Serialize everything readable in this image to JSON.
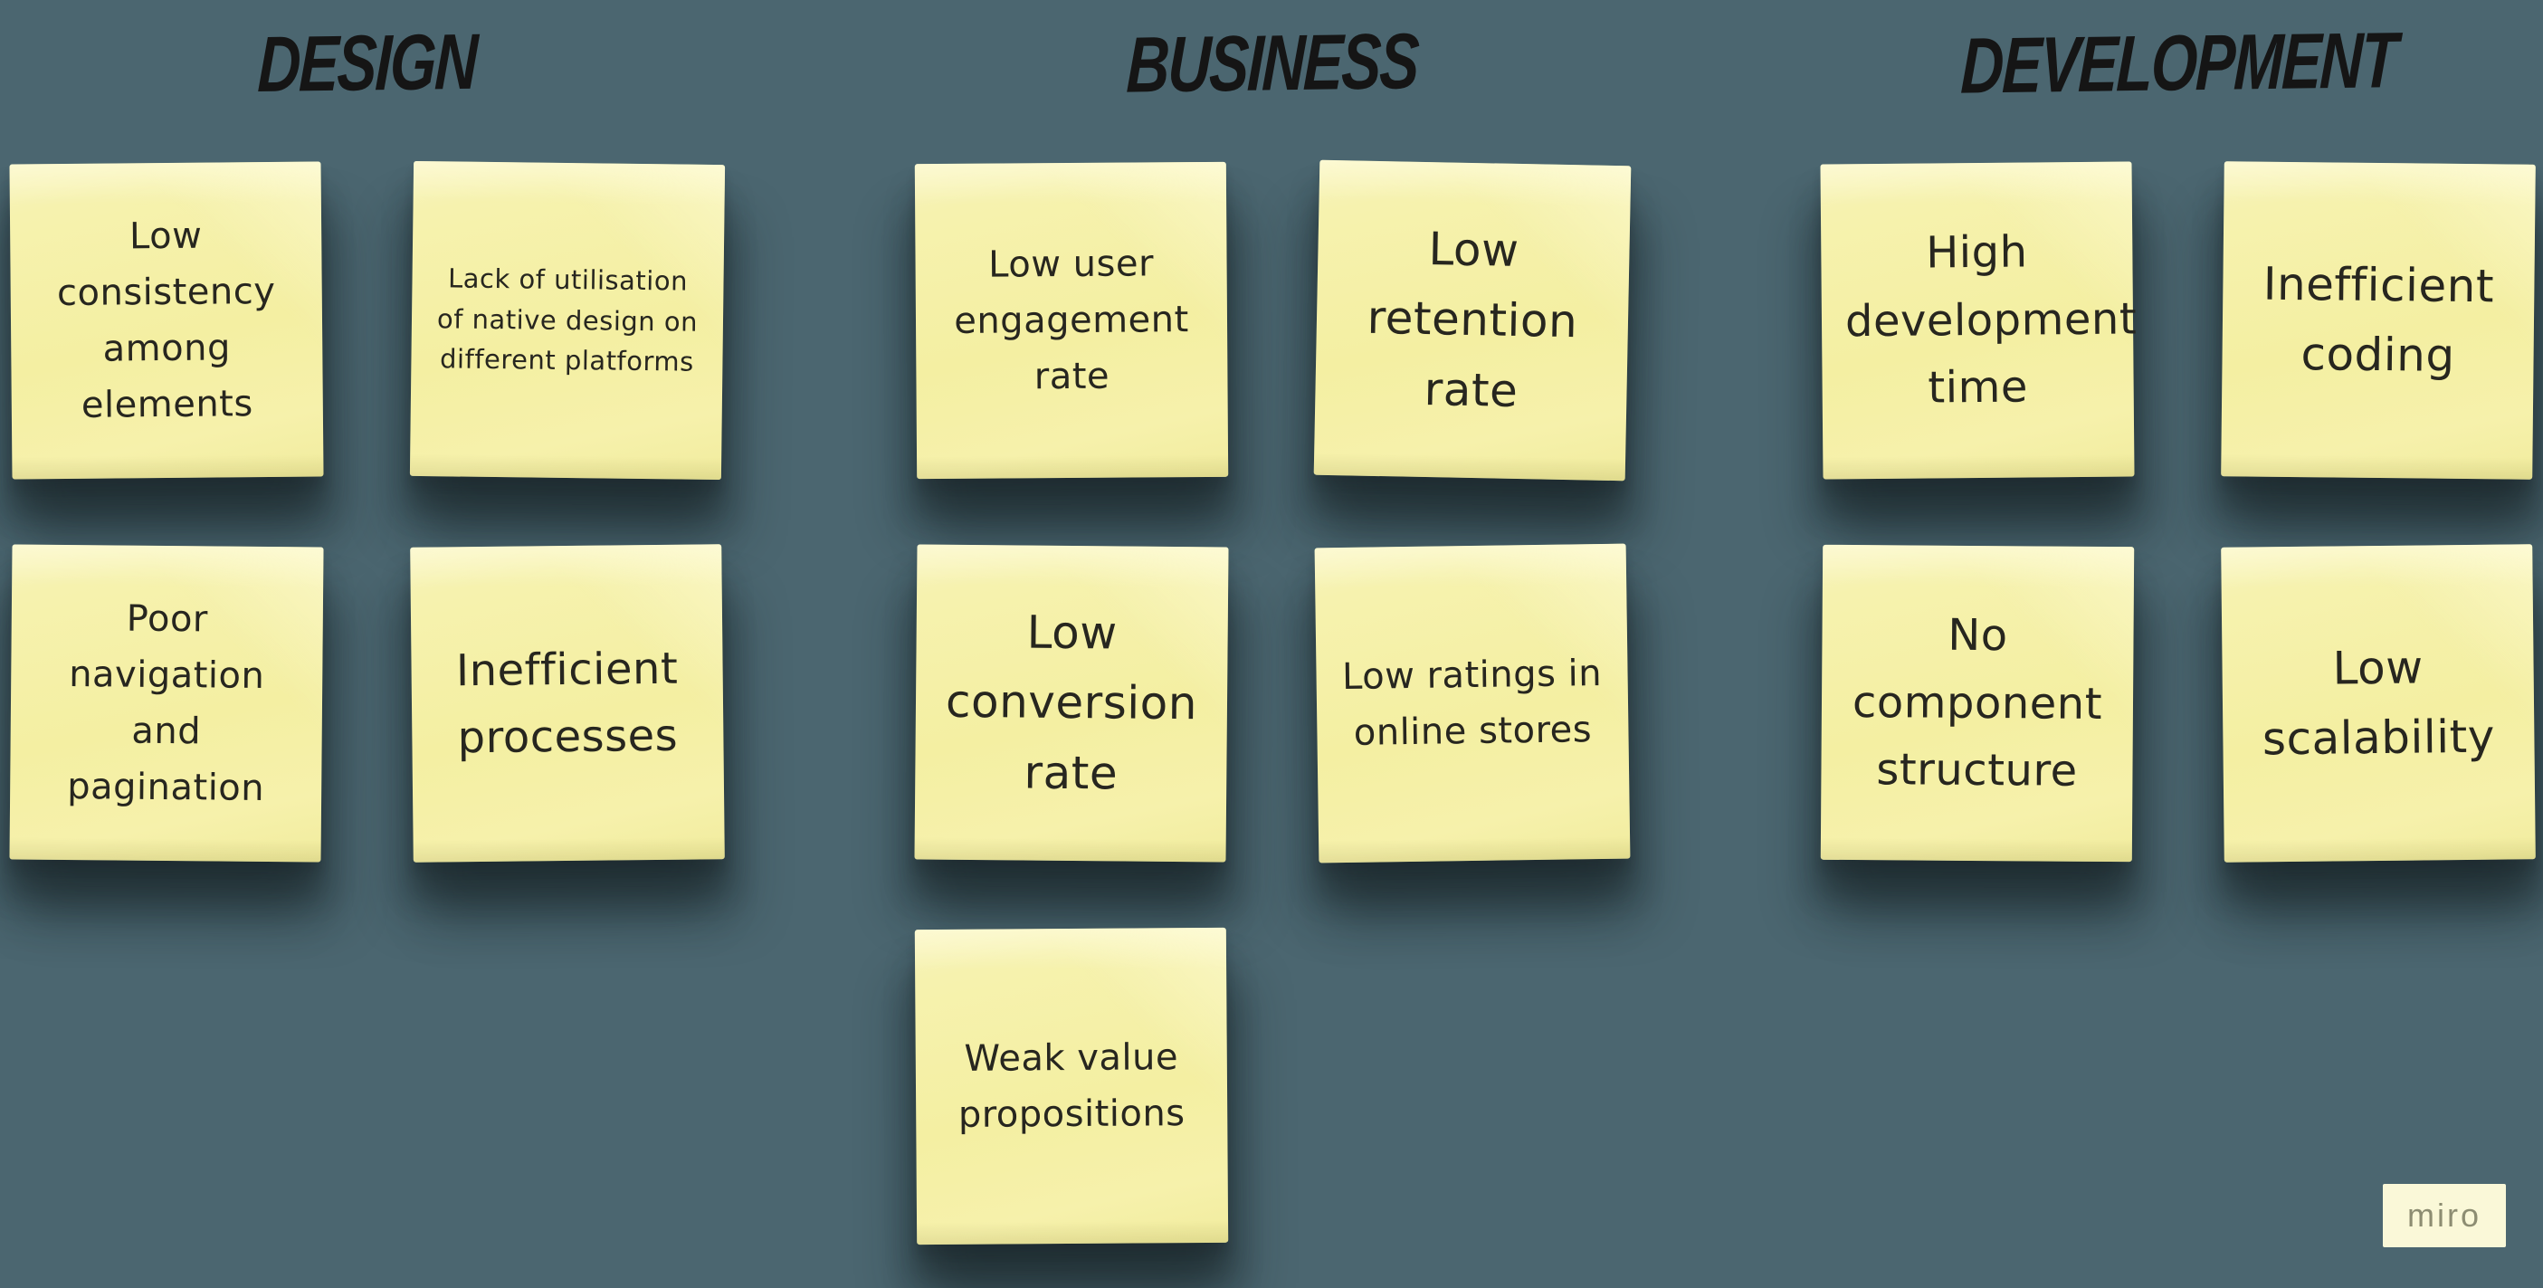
{
  "board": {
    "colors": {
      "background": "#4B6670",
      "note": "#F5F0A7",
      "note_text": "#27261F",
      "header_text": "#151515",
      "watermark_bg": "#FAF8D8",
      "watermark_text": "#8D8D72"
    },
    "columns": [
      {
        "title": "DESIGN",
        "notes": [
          "Low consistency among elements",
          "Lack of utilisation of native design on different platforms",
          "Poor navigation and pagination",
          "Inefficient processes"
        ]
      },
      {
        "title": "BUSINESS",
        "notes": [
          "Low user engagement rate",
          "Low retention rate",
          "Low conversion rate",
          "Low ratings in online stores",
          "Weak value propositions"
        ]
      },
      {
        "title": "DEVELOPMENT",
        "notes": [
          "High development time",
          "Inefficient coding",
          "No component structure",
          "Low scalability"
        ]
      }
    ]
  },
  "watermark": {
    "label": "miro"
  }
}
